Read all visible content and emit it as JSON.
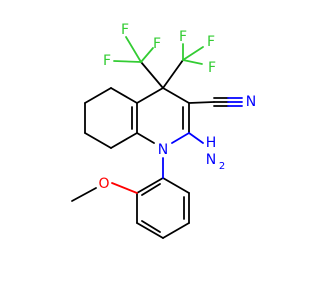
{
  "atoms": {
    "f1": "F",
    "f2": "F",
    "f3": "F",
    "f4": "F",
    "f5": "F",
    "f6": "F",
    "nitrile_n": "N",
    "amino_h": "H",
    "amino_n": "N",
    "amino_h2_sub": "2",
    "ring_n": "N",
    "methoxy_o": "O"
  },
  "colors": {
    "carbon": "#000000",
    "fluorine": "#33cc33",
    "nitrogen": "#0000ff",
    "oxygen": "#ff0000"
  }
}
